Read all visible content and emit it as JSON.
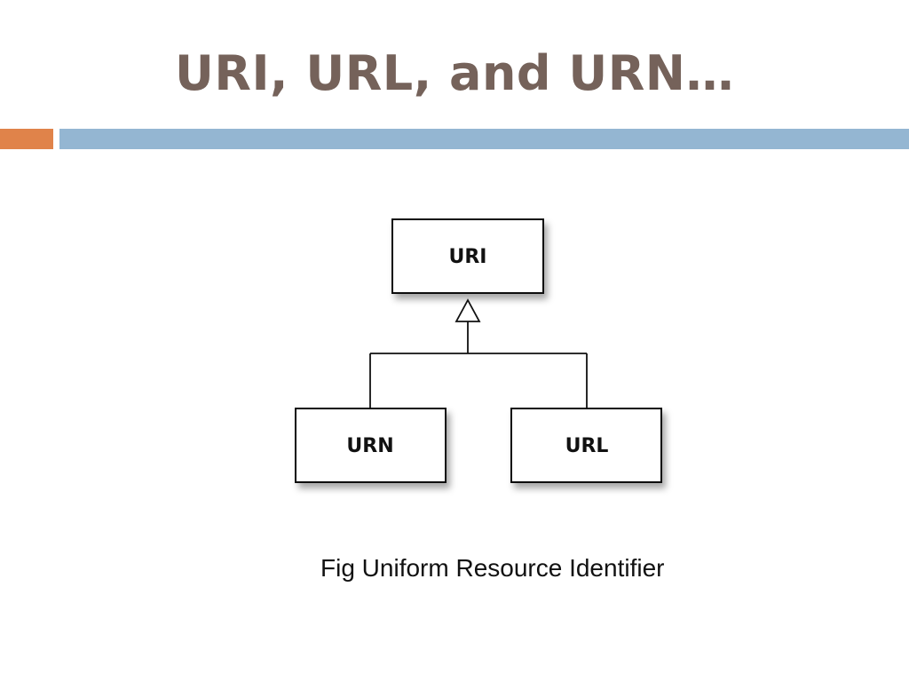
{
  "slide": {
    "title": "URI, URL, and URN…",
    "accent_colors": {
      "left_bar": "#e0834a",
      "right_bar": "#94b6d2"
    }
  },
  "diagram": {
    "nodes": {
      "uri": "URI",
      "urn": "URN",
      "url": "URL"
    },
    "relation": "generalization"
  },
  "caption": "Fig Uniform Resource Identifier"
}
